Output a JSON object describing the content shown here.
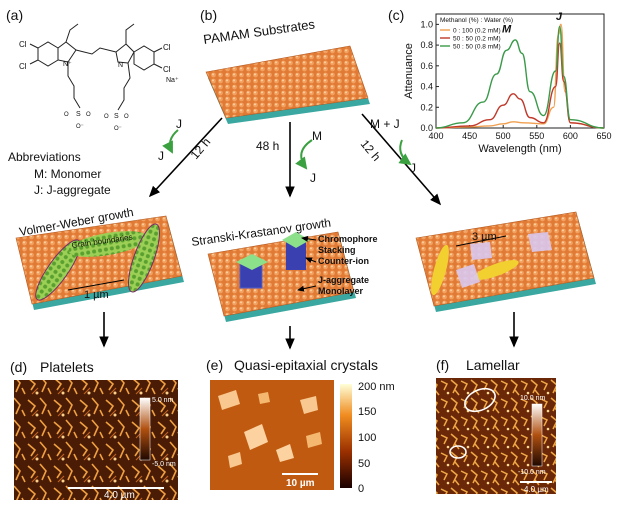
{
  "panels": {
    "a": {
      "letter": "(a)",
      "counter_ion": "Na⁺",
      "cl": "Cl",
      "n": "N",
      "n_plus": "N⁺",
      "o": "O",
      "s": "S",
      "o_minus": "O⁻"
    },
    "b": {
      "letter": "(b)",
      "title": "PAMAM Substrates"
    },
    "c": {
      "letter": "(c)"
    },
    "d": {
      "letter": "(d)",
      "title": "Platelets",
      "scale_top": "5.0 nm",
      "scale_bottom": "-5.0 nm",
      "scalebar": "4.0 µm"
    },
    "e": {
      "letter": "(e)",
      "title": "Quasi-epitaxial crystals",
      "cbar_top": "200 nm",
      "cbar_150": "150",
      "cbar_100": "100",
      "cbar_50": "50",
      "cbar_0": "0",
      "scalebar": "10 µm"
    },
    "f": {
      "letter": "(f)",
      "title": "Lamellar",
      "scale_top": "10.0 nm",
      "scale_bottom": "-10.0 nm",
      "scalebar": "4.0 µm"
    }
  },
  "abbreviations": {
    "title": "Abbreviations",
    "m": "M: Monomer",
    "j": "J: J-aggregate"
  },
  "paths": {
    "left": {
      "arrow_in": "J",
      "arrow_out": "J",
      "time": "12 h"
    },
    "middle": {
      "arrow_in": "M",
      "arrow_out": "J",
      "time": "48 h"
    },
    "right": {
      "arrow_in": "M + J",
      "arrow_out": "J",
      "time": "12 h"
    }
  },
  "growth": {
    "left": {
      "title": "Volmer-Weber growth",
      "grain": "Grain boundaries",
      "scale": "1 µm"
    },
    "middle": {
      "title": "Stranski-Krastanov growth",
      "l1": "Chromophore",
      "l2": "Stacking",
      "l3": "Counter-ion",
      "l4": "J-aggregate",
      "l5": "Monolayer"
    },
    "right": {
      "scale": "3 µm"
    }
  },
  "colors": {
    "substrate": "#e8843f",
    "substrate_side": "#3aa8a0",
    "green": "#4caf50",
    "afm_dark": "#3a1500",
    "afm_light": "#f5b040"
  },
  "chart_data": {
    "type": "line",
    "xlabel": "Wavelength (nm)",
    "ylabel": "Attenuance",
    "xlim": [
      400,
      650
    ],
    "ylim": [
      0,
      1.1
    ],
    "xticks": [
      400,
      450,
      500,
      550,
      600,
      650
    ],
    "yticks": [
      0.0,
      0.2,
      0.4,
      0.6,
      0.8,
      1.0
    ],
    "legend_title": "Methanol (%) : Water (%)",
    "legend_placement": "top-left",
    "peak_labels": {
      "m": "M",
      "j": "J"
    },
    "series": [
      {
        "name": "0 : 100 (0.2 mM)",
        "color": "#f0a050",
        "x": [
          400,
          450,
          480,
          500,
          515,
          530,
          560,
          575,
          582,
          586,
          592,
          600,
          650
        ],
        "y": [
          0.0,
          0.01,
          0.02,
          0.04,
          0.06,
          0.05,
          0.04,
          0.2,
          0.9,
          1.0,
          0.35,
          0.05,
          0.0
        ]
      },
      {
        "name": "50 : 50 (0.2 mM)",
        "color": "#c0392b",
        "x": [
          400,
          450,
          480,
          500,
          515,
          525,
          540,
          560,
          578,
          584,
          590,
          600,
          650
        ],
        "y": [
          0.0,
          0.02,
          0.08,
          0.22,
          0.33,
          0.28,
          0.1,
          0.05,
          0.4,
          0.82,
          0.45,
          0.05,
          0.0
        ]
      },
      {
        "name": "50 : 50 (0.8 mM)",
        "color": "#3a9a4a",
        "x": [
          400,
          440,
          470,
          490,
          505,
          518,
          528,
          540,
          560,
          578,
          584,
          590,
          600,
          650
        ],
        "y": [
          0.0,
          0.05,
          0.25,
          0.52,
          0.75,
          0.85,
          0.72,
          0.35,
          0.12,
          0.55,
          0.98,
          0.5,
          0.08,
          0.0
        ]
      }
    ]
  }
}
